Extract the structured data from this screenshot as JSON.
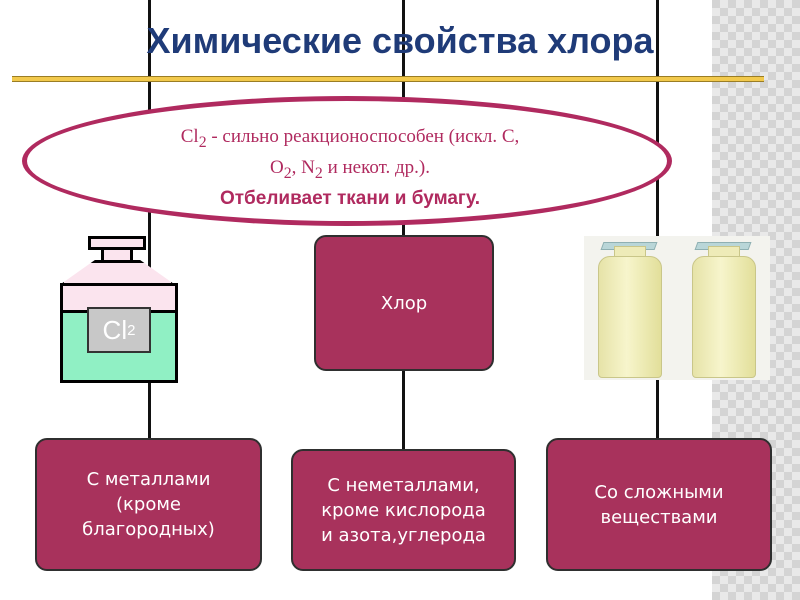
{
  "title": "Химические свойства хлора",
  "ellipse": {
    "line1_formula": "Cl",
    "line1_sub": "2",
    "line1_rest": " - сильно реакционоспособен (искл. С,",
    "line2_o": "O",
    "line2_o_sub": "2",
    "line2_n": ", N",
    "line2_n_sub": "2",
    "line2_rest": " и некот. др.).",
    "line3": "Отбеливает ткани и бумагу."
  },
  "jar_label": {
    "symbol": "Cl",
    "sub": "2"
  },
  "center_box": "Хлор",
  "boxes": [
    {
      "label": "С металлами\n(кроме\nблагородных)"
    },
    {
      "label": "С неметаллами,\nкроме кислорода\nи азота,углерода"
    },
    {
      "label": "Со сложными\nвеществами"
    }
  ],
  "colors": {
    "title": "#1f3b78",
    "accent": "#b02a5f",
    "box": "#a8325c",
    "rule": "#f2c94c"
  }
}
